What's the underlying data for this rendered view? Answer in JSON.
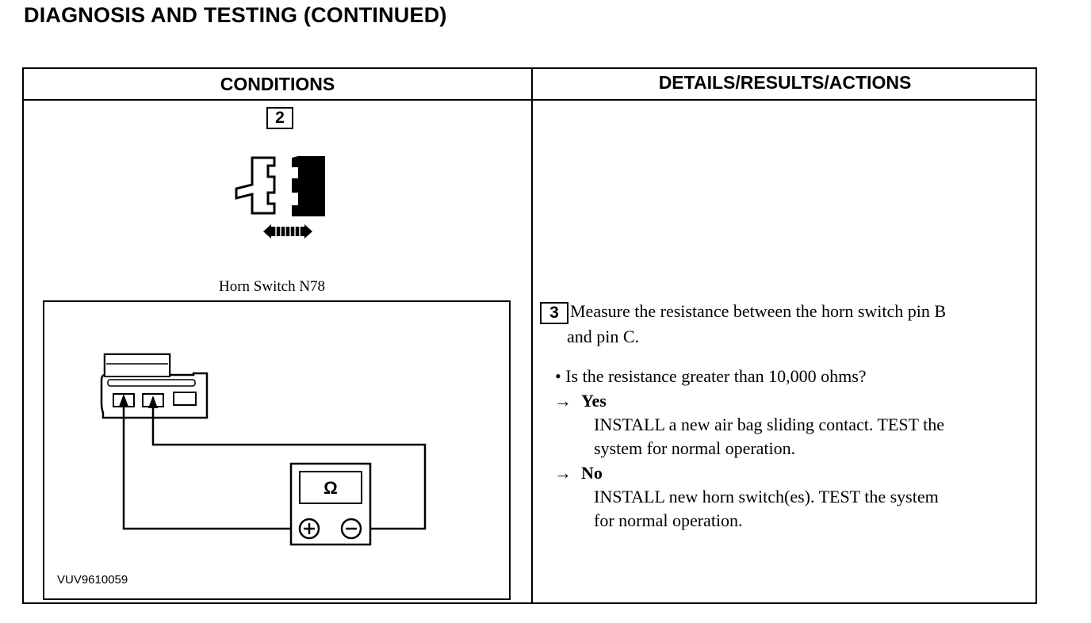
{
  "page_title": "DIAGNOSIS AND TESTING (CONTINUED)",
  "table": {
    "col_conditions": "CONDITIONS",
    "col_details": "DETAILS/RESULTS/ACTIONS"
  },
  "conditions": {
    "step_2_label": "2",
    "connector_caption": "Horn Switch N78",
    "figure_code": "VUV9610059",
    "meter_symbol": "Ω"
  },
  "details": {
    "step_3_label": "3",
    "instruction_line1": "Measure the resistance between the horn switch pin B",
    "instruction_line2": "and pin C.",
    "question": "• Is the resistance greater than 10,000 ohms?",
    "arrow": "→",
    "yes_label": "Yes",
    "yes_line1": "INSTALL a new air bag sliding contact. TEST the",
    "yes_line2": "system for normal operation.",
    "no_label": "No",
    "no_line1": "INSTALL new horn switch(es). TEST the system",
    "no_line2": "for normal operation."
  }
}
